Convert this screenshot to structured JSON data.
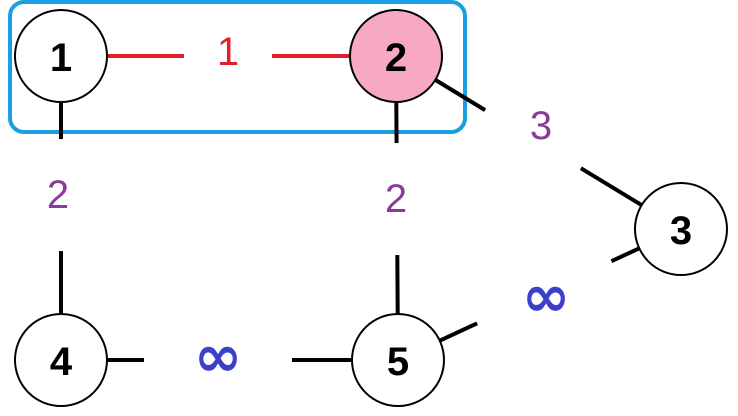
{
  "colors": {
    "highlight_box": "#1a9fe0",
    "selected_edge": "#e0202a",
    "selected_node_fill": "#f7a9c4",
    "weight_finite": "#8b3a9a",
    "weight_infinite": "#3b3fc9",
    "node_fill": "#ffffff",
    "edge": "#000000"
  },
  "nodes": [
    {
      "id": "1",
      "label": "1",
      "selected": false
    },
    {
      "id": "2",
      "label": "2",
      "selected": true
    },
    {
      "id": "3",
      "label": "3",
      "selected": false
    },
    {
      "id": "4",
      "label": "4",
      "selected": false
    },
    {
      "id": "5",
      "label": "5",
      "selected": false
    }
  ],
  "edges": [
    {
      "from": "1",
      "to": "2",
      "weight": "1",
      "selected": true
    },
    {
      "from": "2",
      "to": "3",
      "weight": "3",
      "selected": false
    },
    {
      "from": "1",
      "to": "4",
      "weight": "2",
      "selected": false
    },
    {
      "from": "2",
      "to": "5",
      "weight": "2",
      "selected": false
    },
    {
      "from": "4",
      "to": "5",
      "weight": "∞",
      "selected": false
    },
    {
      "from": "5",
      "to": "3",
      "weight": "∞",
      "selected": false
    }
  ]
}
